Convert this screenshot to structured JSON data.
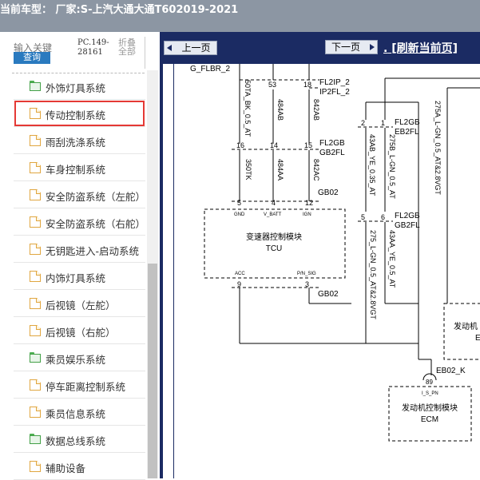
{
  "header": {
    "title": "当前车型： 厂家:S-上汽大通大通T602019-2021"
  },
  "sidebar": {
    "search_label": "输入关键",
    "query_button": "查询",
    "pc_code": "PC.149-28161",
    "collapse_all": "折叠全部",
    "items": [
      {
        "label": "外饰灯具系统",
        "icon": "folder-icon"
      },
      {
        "label": "传动控制系统",
        "icon": "document-icon",
        "selected": true
      },
      {
        "label": "雨刮洗涤系统",
        "icon": "document-icon"
      },
      {
        "label": "车身控制系统",
        "icon": "document-icon"
      },
      {
        "label": "安全防盗系统（左舵）",
        "icon": "document-icon"
      },
      {
        "label": "安全防盗系统（右舵）",
        "icon": "document-icon"
      },
      {
        "label": "无钥匙进入-启动系统",
        "icon": "document-icon"
      },
      {
        "label": "内饰灯具系统",
        "icon": "document-icon"
      },
      {
        "label": "后视镜（左舵）",
        "icon": "document-icon"
      },
      {
        "label": "后视镜（右舵）",
        "icon": "document-icon"
      },
      {
        "label": "乘员娱乐系统",
        "icon": "folder-icon"
      },
      {
        "label": "停车距离控制系统",
        "icon": "document-icon"
      },
      {
        "label": "乘员信息系统",
        "icon": "document-icon"
      },
      {
        "label": "数据总线系统",
        "icon": "folder-icon"
      },
      {
        "label": "辅助设备",
        "icon": "document-icon"
      }
    ]
  },
  "viewer": {
    "prev_label": "上一页",
    "next_label": "下一页",
    "refresh_label": "[刷新当前页]",
    "dot": "."
  },
  "diagram": {
    "connector_top_left": "G_FLBR_2",
    "wire_50TA": "50TA_BK_0.5_AT",
    "wire_484AB": "484AB",
    "wire_842AB": "842AB",
    "pin_53": "53",
    "pin_18": "18",
    "fl2ip_1": "FL2IP_2",
    "fl2ip_2": "IP2FL_2",
    "pin_2": "2",
    "pin_1": "1",
    "fl2gb_1a": "FL2GB",
    "fl2gb_1b": "EB2FL",
    "wire_275A": "275A_L-GN_0.5_AT&2.8VGT",
    "wire_43AB": "43AB_YE_0.35_AT",
    "wire_275B": "275B_L-GN_0.5_AT",
    "pin_16": "16",
    "pin_14": "14",
    "pin_15": "15",
    "fl2gb_2a": "FL2GB",
    "fl2gb_2b": "GB2FL",
    "wire_350TK": "350TK",
    "wire_484AA": "484AA",
    "wire_842AC": "842AC",
    "pin_5a": "5",
    "pin_4": "4",
    "pin_12": "12",
    "gb02_a": "GB02",
    "tcu_gnd": "GND",
    "tcu_vbatt": "V_BATT",
    "tcu_ign": "IGN",
    "tcu_name": "变速器控制模块",
    "tcu_code": "TCU",
    "tcu_acc": "ACC",
    "tcu_pnsig": "P/N_SIG",
    "pin_9": "9",
    "pin_3": "3",
    "gb02_b": "GB02",
    "pin_5b": "5",
    "pin_6": "6",
    "fl2gb_3a": "FL2GB",
    "fl2gb_3b": "GB2FL",
    "wire_275": "275_L-GN_0.5_AT&2.8VGT",
    "wire_43AA": "43AA_YE_0.5_AT",
    "ecm_right_name": "发动机",
    "ecm_right_code": "E",
    "eb02k": "EB02_K",
    "pin_89": "89",
    "ecm_pin_label": "I_S_PN",
    "ecm_name": "发动机控制模块",
    "ecm_code": "ECM"
  }
}
